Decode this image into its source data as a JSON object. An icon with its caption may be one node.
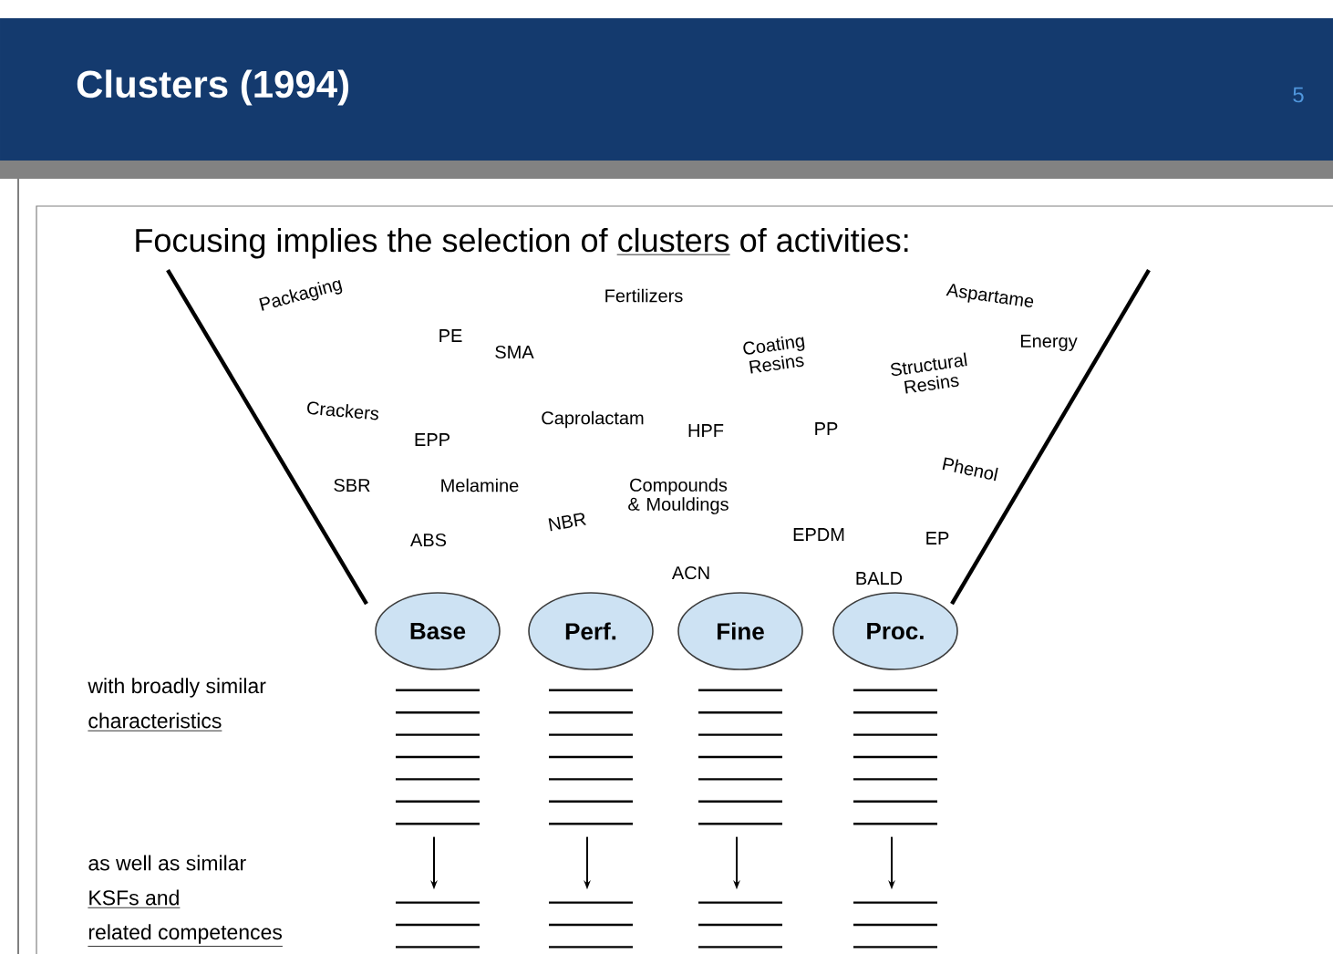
{
  "diagram": {
    "title": "Clusters (1994)",
    "nodes": [
      {
        "text": [
          "Base"
        ]
      },
      {
        "text": [
          "Perf."
        ]
      },
      {
        "text": [
          "Fine"
        ]
      },
      {
        "text": [
          "Proc."
        ]
      },
      {
        "text": [],
        "shape": "lines"
      },
      {
        "text": [],
        "shape": "lines"
      },
      {
        "text": [],
        "shape": "lines"
      },
      {
        "text": [],
        "shape": "lines"
      },
      {
        "text": [],
        "shape": "lines"
      },
      {
        "text": [],
        "shape": "lines"
      },
      {
        "text": [],
        "shape": "lines"
      },
      {
        "text": [],
        "shape": "lines"
      }
    ],
    "edges": [
      {
        "from": 4,
        "to": 8,
        "arrow": "to"
      },
      {
        "from": 5,
        "to": 9,
        "arrow": "to"
      },
      {
        "from": 6,
        "to": 10,
        "arrow": "to"
      },
      {
        "from": 7,
        "to": 11,
        "arrow": "to"
      }
    ],
    "labels": [
      "5",
      "Focusing implies the selection of",
      "clusters",
      "of activities:",
      "Packaging",
      "Fertilizers",
      "Aspartame",
      "PE",
      "SMA",
      "Coating Resins",
      "Energy",
      "Structural Resins",
      "Crackers",
      "Caprolactam",
      "HPF",
      "PP",
      "EPP",
      "Phenol",
      "SBR",
      "Melamine",
      "Compounds & Mouldings",
      "NBR",
      "ABS",
      "EPDM",
      "EP",
      "ACN",
      "BALD",
      "with broadly similar",
      "characteristics",
      "as well as similar",
      "KSFs and",
      "related competences"
    ]
  }
}
